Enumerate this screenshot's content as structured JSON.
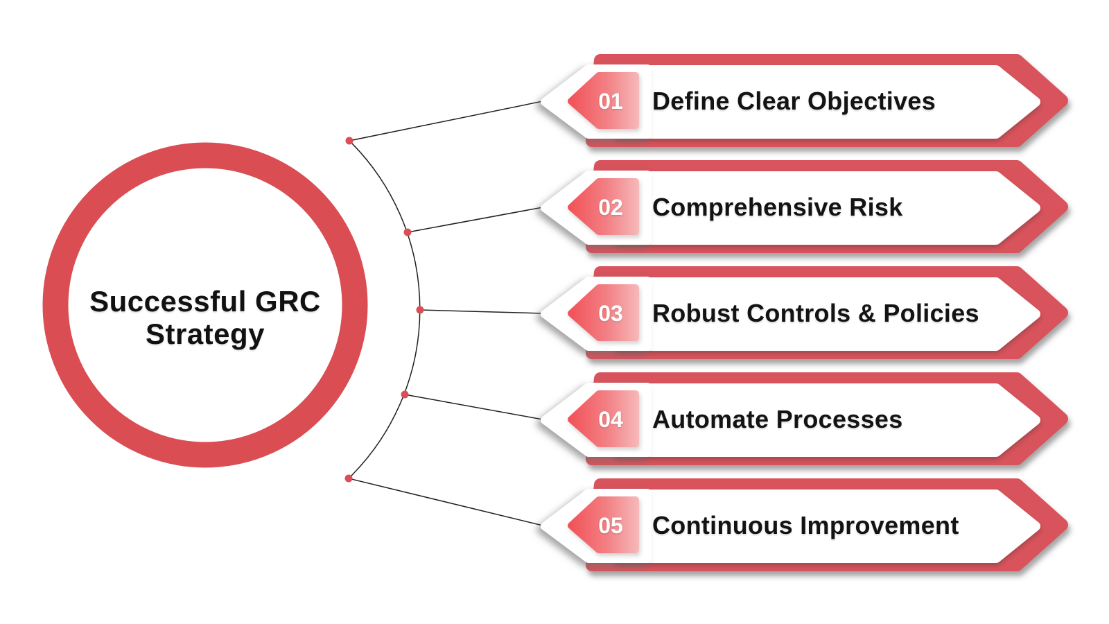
{
  "center": {
    "line1": "Successful GRC",
    "line2": "Strategy"
  },
  "items": [
    {
      "number": "01",
      "label": "Define Clear Objectives"
    },
    {
      "number": "02",
      "label": "Comprehensive Risk"
    },
    {
      "number": "03",
      "label": "Robust Controls & Policies"
    },
    {
      "number": "04",
      "label": "Automate Processes"
    },
    {
      "number": "05",
      "label": "Continuous Improvement"
    }
  ],
  "colors": {
    "ring_red": "#d94d53",
    "banner_red": "#d8535b",
    "number_gradient_start": "#f15056",
    "number_gradient_mid": "#f28084",
    "number_gradient_end": "#f6b9ba",
    "connector_line": "#1f1f1f",
    "dot_red": "#d94f55",
    "text_dark": "#131313",
    "number_text": "#ffffff"
  }
}
